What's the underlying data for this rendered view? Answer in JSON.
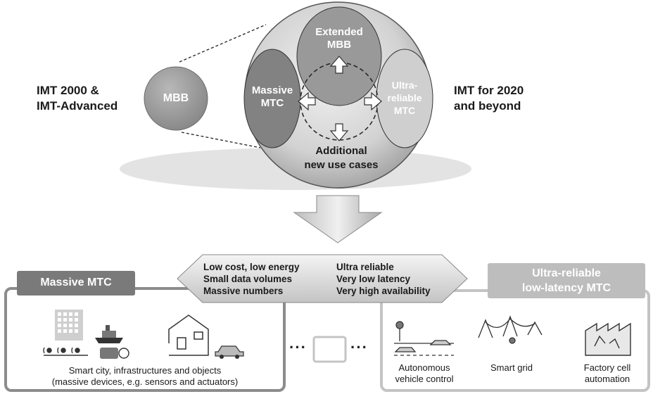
{
  "top": {
    "left_label": [
      "IMT 2000 &",
      "IMT-Advanced"
    ],
    "right_label": [
      "IMT for 2020",
      "and beyond"
    ],
    "small_bubble": "MBB",
    "extended_mbb": [
      "Extended",
      "MBB"
    ],
    "massive_mtc": [
      "Massive",
      "MTC"
    ],
    "ultra_reliable_mtc": [
      "Ultra-",
      "reliable",
      "MTC"
    ],
    "additional": [
      "Additional",
      "new use cases"
    ]
  },
  "features": {
    "left": [
      "Low cost, low energy",
      "Small data volumes",
      "Massive numbers"
    ],
    "right": [
      "Ultra reliable",
      "Very low latency",
      "Very high availability"
    ]
  },
  "panels": {
    "massive": {
      "header": "Massive MTC",
      "caption": [
        "Smart city, infrastructures and objects",
        "(massive devices, e.g. sensors and actuators)"
      ]
    },
    "ultra": {
      "header": [
        "Ultra-reliable",
        "low-latency MTC"
      ],
      "items": [
        {
          "caption": [
            "Autonomous",
            "vehicle control"
          ]
        },
        {
          "caption": [
            "Smart grid"
          ]
        },
        {
          "caption": [
            "Factory cell",
            "automation"
          ]
        }
      ]
    },
    "separator_left": "···",
    "separator_right": "···"
  },
  "colors": {
    "dark_gray": "#777777",
    "mid_gray": "#9a9a9a",
    "light_gray": "#c8c8c8",
    "panel_border": "#8c8c8c"
  }
}
